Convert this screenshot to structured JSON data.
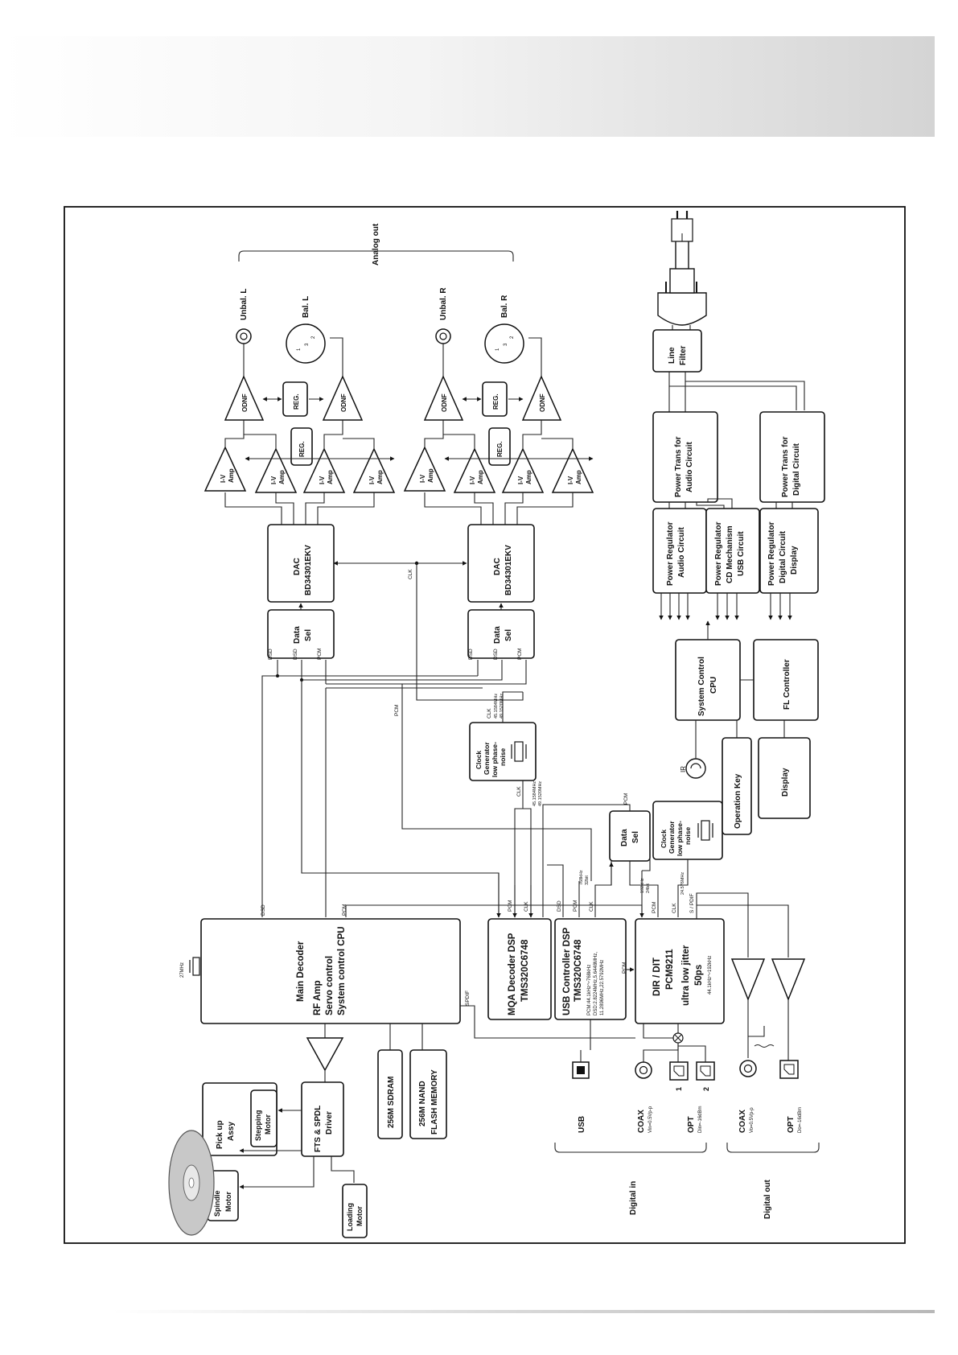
{
  "labels": {
    "analog_out": "Analog out",
    "digital_in": "Digital in",
    "digital_out": "Digital out",
    "unbal_l": "Unbal. L",
    "bal_l": "Bal. L",
    "unbal_r": "Unbal. R",
    "bal_r": "Bal. R",
    "xlr_pins": [
      "1",
      "2",
      "3"
    ],
    "ir": "IR",
    "crystal_main": "27MHz"
  },
  "blocks": {
    "main_decoder": [
      "Main Decoder",
      "RF Amp",
      "Servo control",
      "System control CPU"
    ],
    "mqa": [
      "MQA Decoder DSP",
      "TMS320C6748"
    ],
    "usb_ctrl": [
      "USB Controller DSP",
      "TMS320C6748"
    ],
    "usb_ctrl_spec": [
      "PCM:44.1kHz～768kHz",
      "DSD:2.8224MHz,5.6448MHz,",
      "11.2896MHz,22.5792MHz"
    ],
    "dir": [
      "DIR / DIT",
      "PCM9211"
    ],
    "dir_jitter": [
      "ultra low jitter",
      "50ps"
    ],
    "dir_spec": "44.1kHz～192kHz",
    "dac": [
      "DAC",
      "BD34301EKV"
    ],
    "data_sel": [
      "Data",
      "Sel"
    ],
    "iv_amp": [
      "I-V",
      "Amp"
    ],
    "odnf": "ODNF",
    "reg": "REG.",
    "clock_gen": [
      "Clock",
      "Generator",
      "low phase-",
      "noise"
    ],
    "clock1_freq": [
      "45.1584MHz",
      "49.1520MHz"
    ],
    "clock2_freq": "24.576MHz",
    "fts": [
      "FTS & SPDL",
      "Driver"
    ],
    "pickup": [
      "Pick up",
      "Assy"
    ],
    "stepping": [
      "Stepping",
      "Motor"
    ],
    "spindle": [
      "Spindle",
      "Motor"
    ],
    "loading": [
      "Loading",
      "Motor"
    ],
    "sdram": "256M SDRAM",
    "nand": [
      "256M NAND",
      "FLASH MEMORY"
    ],
    "sys_cpu": [
      "System Control",
      "CPU"
    ],
    "fl_ctrl": "FL Controller",
    "display": "Display",
    "op_key": "Operation Key",
    "line_filter": [
      "Line",
      "Filter"
    ],
    "pt_audio": [
      "Power Trans for",
      "Audio Circuit"
    ],
    "pt_digital": [
      "Power Trans for",
      "Digital Circuit"
    ],
    "pr_audio": [
      "Power Regulator",
      "Audio Circuit"
    ],
    "pr_cd": [
      "Power Regulator",
      "CD Mechanism",
      "USB Circuit"
    ],
    "pr_digital": [
      "Power Regulator",
      "Digital Circuit",
      "Display"
    ]
  },
  "io": {
    "usb": "USB",
    "coax_in": "COAX",
    "coax_in_spec": "Vin=0.5Vp-p",
    "opt_in": "OPT",
    "opt_in_spec": "Din=-16dBm",
    "opt_numbers": [
      "1",
      "2"
    ],
    "coax_out": "COAX",
    "coax_out_spec": "Vo=0.5Vp-p",
    "opt_out": "OPT",
    "opt_out_spec": "Do=-16dBm"
  },
  "signals": {
    "dsd": "DSD",
    "pcm": "PCM",
    "clk": "CLK",
    "spdif": "SPDIF",
    "s_pdif": "S / PDIF",
    "f768": "768kHz",
    "f192": "192kHz",
    "b32": "32bit",
    "b24": "24bit"
  }
}
